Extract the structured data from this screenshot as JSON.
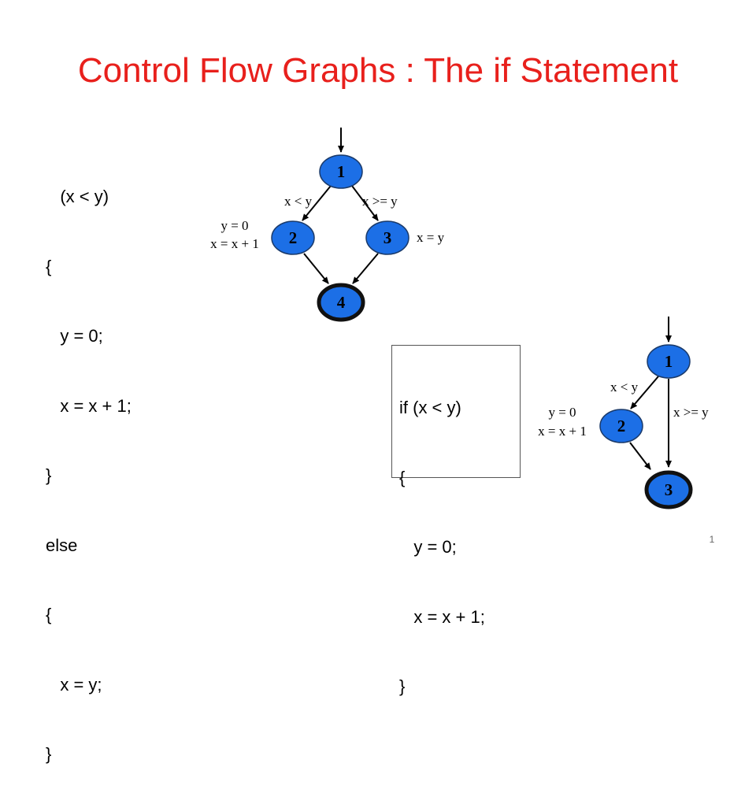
{
  "title": "Control Flow Graphs : The if Statement",
  "code_left": [
    "   (x < y)",
    "{",
    "   y = 0;",
    "   x = x + 1;",
    "}",
    "else",
    "{",
    "   x = y;",
    "}"
  ],
  "code_right": [
    "if (x < y)",
    "{",
    "   y = 0;",
    "   x = x + 1;",
    "}"
  ],
  "graph1": {
    "nodes": {
      "n1": "1",
      "n2": "2",
      "n3": "3",
      "n4": "4"
    },
    "edge_labels": {
      "true_branch": "x < y",
      "false_branch": "x >= y",
      "node2_line1": "y = 0",
      "node2_line2": "x = x + 1",
      "node3": "x = y"
    }
  },
  "graph2": {
    "nodes": {
      "n1": "1",
      "n2": "2",
      "n3": "3"
    },
    "edge_labels": {
      "true_branch": "x < y",
      "false_branch": "x >= y",
      "node2_line1": "y = 0",
      "node2_line2": "x = x + 1"
    }
  },
  "colors": {
    "title": "#e8201c",
    "node_fill": "#1c6fe6",
    "node_stroke": "#1a3a6a",
    "exit_stroke": "#111111"
  },
  "page_number": "1"
}
